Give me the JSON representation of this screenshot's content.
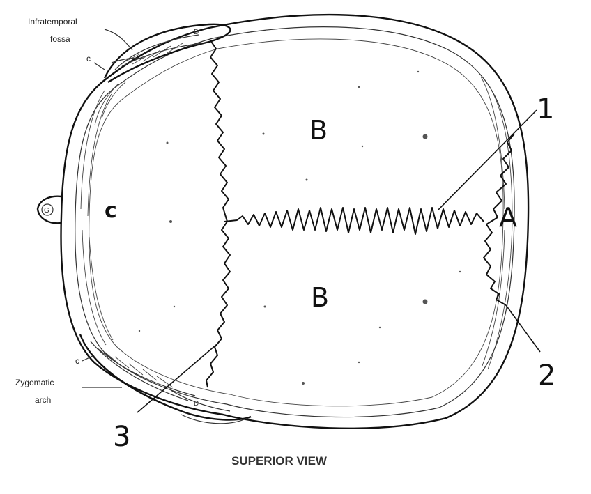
{
  "labels": {
    "infratemporal_fossa_line1": "Infratemporal",
    "infratemporal_fossa_line2": "fossa",
    "zygomatic_arch_line1": "Zygomatic",
    "zygomatic_arch_line2": "arch",
    "c_small_top": "c",
    "c_small_bottom": "c",
    "d_top": "D",
    "d_bottom": "D",
    "g_boss": "G",
    "region_c": "c",
    "region_b_upper": "B",
    "region_b_lower": "B",
    "region_a": "A",
    "num_1": "1",
    "num_2": "2",
    "num_3": "3",
    "caption": "SUPERIOR VIEW"
  }
}
